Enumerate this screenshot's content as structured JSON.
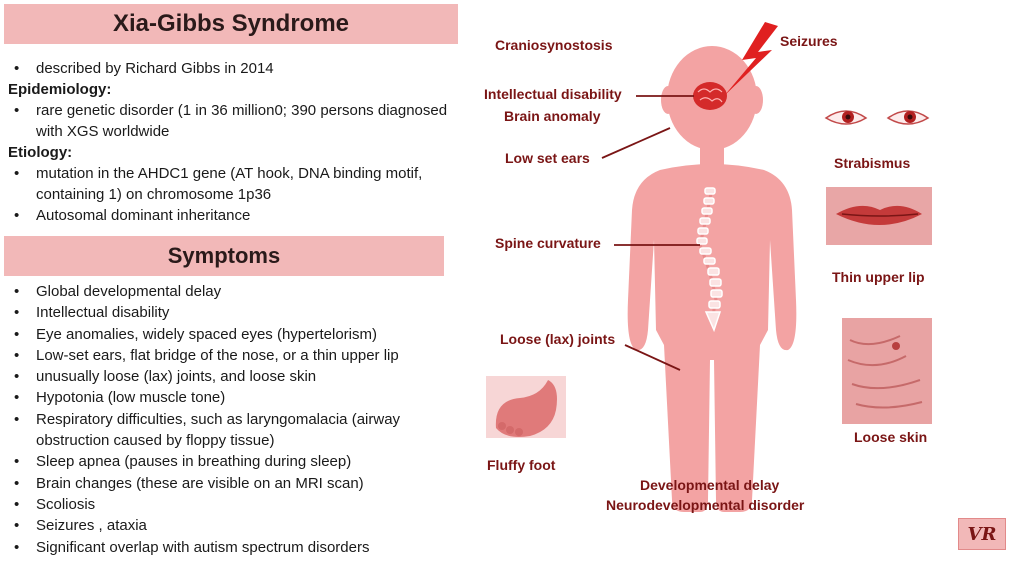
{
  "title": "Xia-Gibbs Syndrome",
  "intro": "described  by Richard Gibbs in 2014",
  "epidemiology": {
    "heading": "Epidemiology:",
    "items": [
      "rare genetic disorder (1 in 36 million0;  390 persons diagnosed with XGS worldwide"
    ]
  },
  "etiology": {
    "heading": "Etiology:",
    "items": [
      "mutation in the AHDC1 gene (AT hook, DNA binding motif, containing 1) on chromosome 1p36",
      "Autosomal dominant inheritance"
    ]
  },
  "symptoms": {
    "heading": "Symptoms",
    "items": [
      "Global developmental delay",
      "Intellectual disability",
      "Eye anomalies, widely spaced eyes (hypertelorism)",
      "Low-set ears, flat bridge of the nose, or a thin upper lip",
      "unusually loose (lax) joints, and loose skin",
      "Hypotonia (low muscle tone)",
      "Respiratory difficulties, such as laryngomalacia (airway obstruction caused by floppy tissue)",
      "Sleep apnea (pauses in breathing during sleep)",
      "Brain changes (these are visible on an MRI scan)",
      "Scoliosis",
      "Seizures , ataxia",
      "Significant overlap with autism spectrum disorders"
    ]
  },
  "figure_labels": {
    "craniosynostosis": "Craniosynostosis",
    "seizures": "Seizures",
    "intellectual_disability": "Intellectual disability",
    "brain_anomaly": "Brain anomaly",
    "low_set_ears": "Low set ears",
    "strabismus": "Strabismus",
    "spine_curvature": "Spine curvature",
    "thin_upper_lip": "Thin upper lip",
    "loose_joints": "Loose (lax) joints",
    "loose_skin": "Loose skin",
    "fluffy_foot": "Fluffy foot",
    "developmental_delay": "Developmental delay",
    "neurodevelopmental_disorder": "Neurodevelopmental disorder"
  },
  "badge": "VR",
  "colors": {
    "header_bg": "#f2b8b8",
    "label_text": "#7a1515",
    "body_figure": "#f3a3a3",
    "accent_red": "#e02020"
  }
}
